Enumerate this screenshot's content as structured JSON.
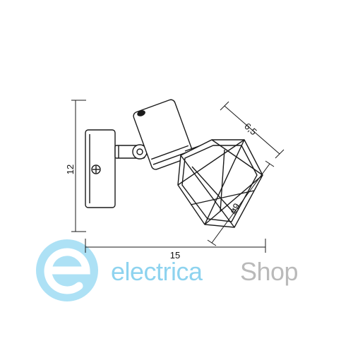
{
  "dimensions": {
    "height": "12",
    "width": "15",
    "shade_length": "6,5",
    "shade_diameter": "ø9"
  },
  "watermark": {
    "brand_part1": "electrica",
    "brand_part2": "Shop",
    "color_part1": "#5bc0e8",
    "color_part2": "#9a9a9a",
    "logo_color": "#7fd0f0"
  },
  "colors": {
    "line": "#1a1a1a"
  }
}
